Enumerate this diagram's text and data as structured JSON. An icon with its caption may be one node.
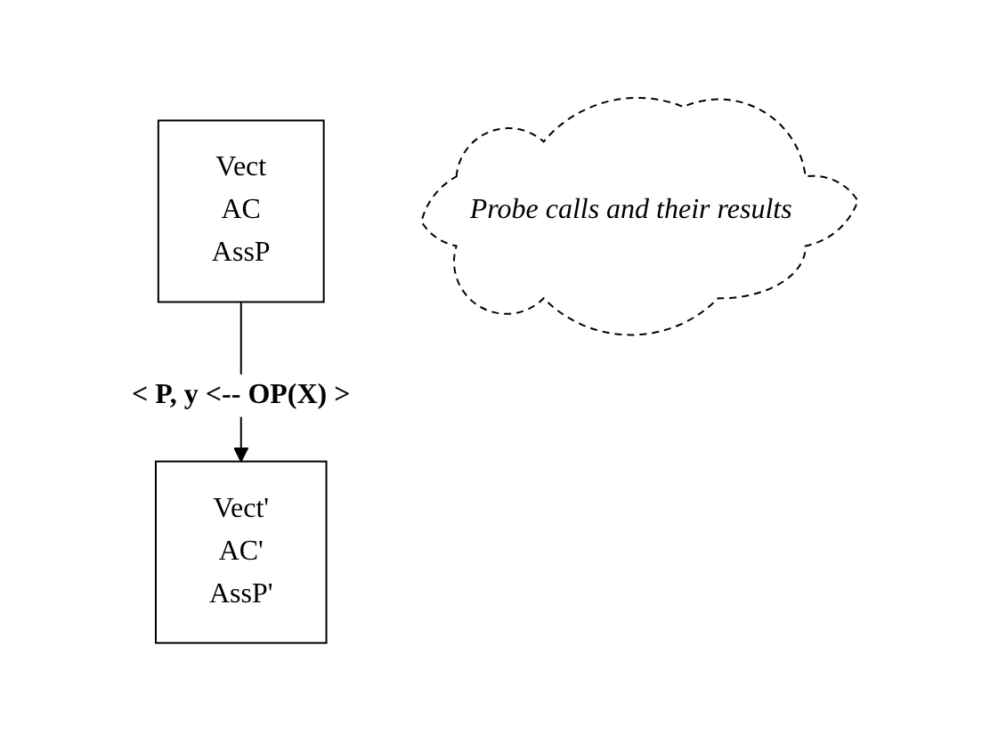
{
  "diagram": {
    "nodes": [
      {
        "text": [
          "Vect",
          "AC",
          "AssP"
        ]
      },
      {
        "text": [
          "Vect'",
          "AC'",
          "AssP'"
        ]
      },
      {
        "text": [
          "Probe calls and their results"
        ]
      }
    ],
    "edges": [
      {
        "from": 0,
        "to": 1,
        "arrow": "to",
        "label": "< P, y <-- OP(X) >"
      }
    ]
  }
}
